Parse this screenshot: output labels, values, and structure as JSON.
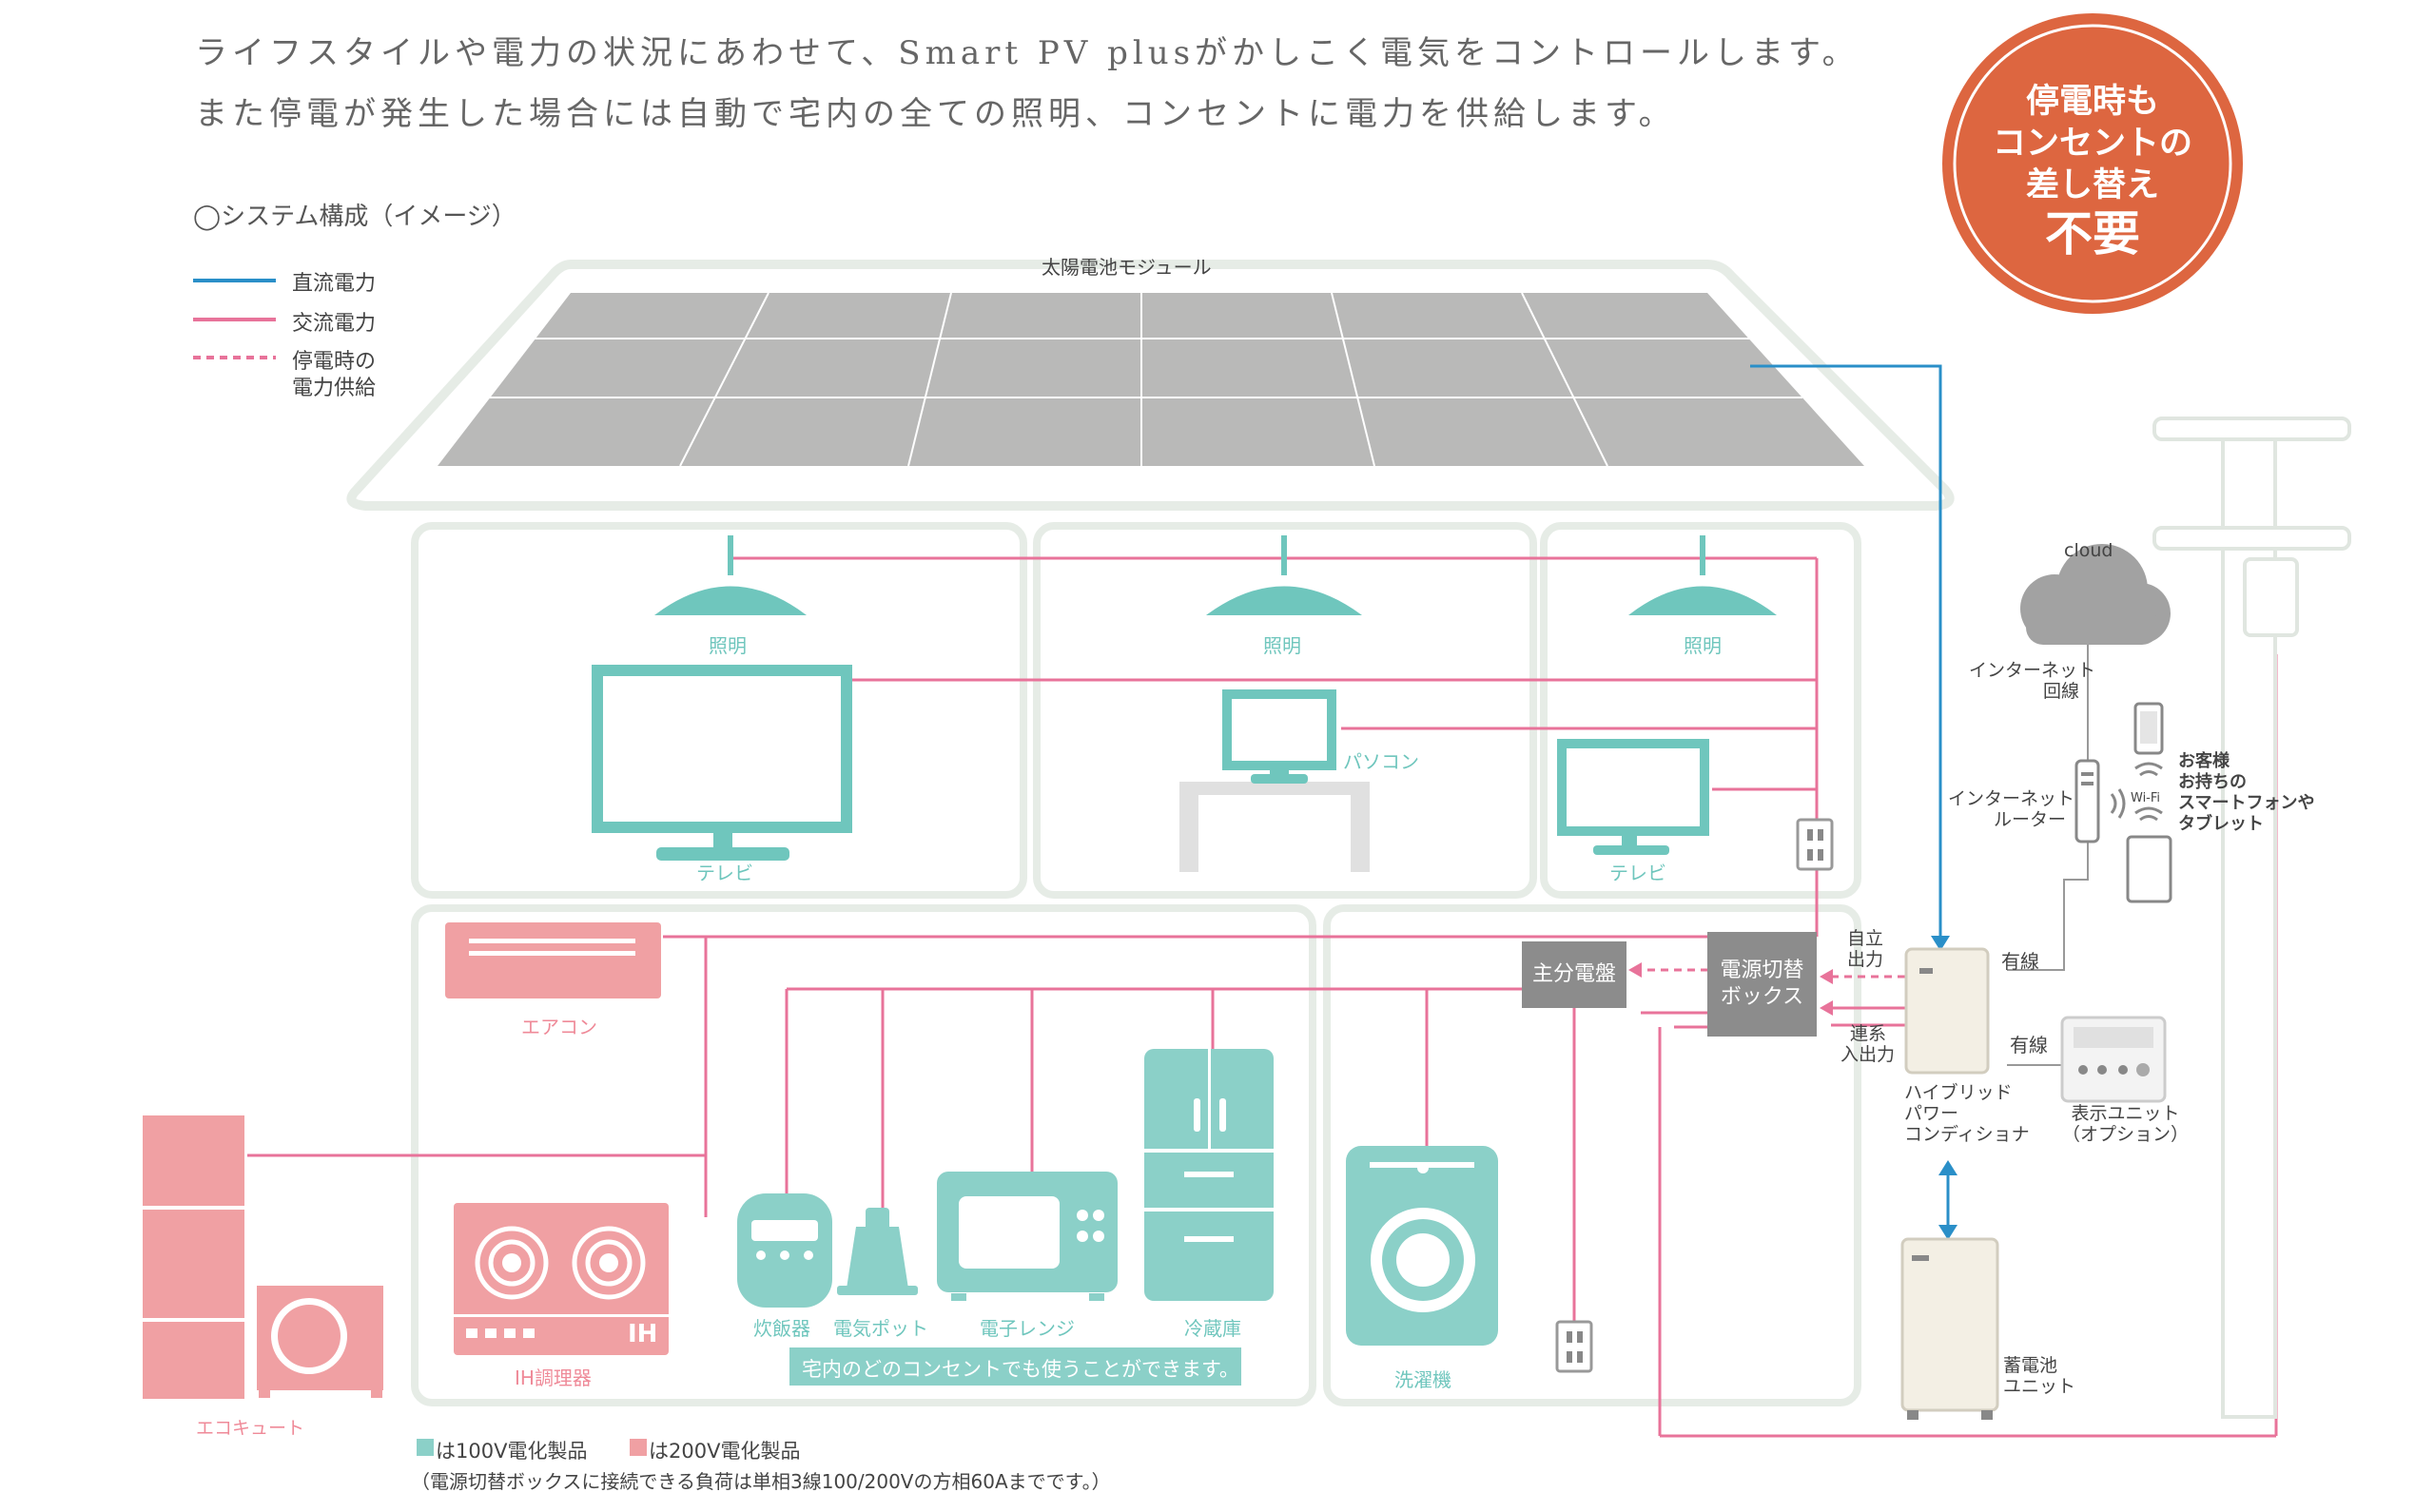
{
  "intro": {
    "line1": "ライフスタイルや電力の状況にあわせて、Smart PV plusがかしこく電気をコントロールします。",
    "line2": "また停電が発生した場合には自動で宅内の全ての照明、コンセントに電力を供給します。"
  },
  "section_title": "◯システム構成（イメージ）",
  "badge": {
    "line1": "停電時も",
    "line2": "コンセントの",
    "line3": "差し替え",
    "line4": "不要"
  },
  "legend": {
    "dc": "直流電力",
    "ac": "交流電力",
    "outage_line1": "停電時の",
    "outage_line2": "電力供給"
  },
  "labels": {
    "solar": "太陽電池モジュール",
    "light1": "照明",
    "light2": "照明",
    "light3": "照明",
    "tv1": "テレビ",
    "pc": "パソコン",
    "tv2": "テレビ",
    "aircon": "エアコン",
    "ih": "IH調理器",
    "rice": "炊飯器",
    "pot": "電気ポット",
    "microwave": "電子レンジ",
    "fridge": "冷蔵庫",
    "washer": "洗濯機",
    "ecocute": "エコキュート",
    "outlet_note": "宅内のどのコンセントでも使うことができます。",
    "main_panel": "主分電盤",
    "switch_box_1": "電源切替",
    "switch_box_2": "ボックス",
    "self_out_1": "自立",
    "self_out_2": "出力",
    "grid_io_1": "連系",
    "grid_io_2": "入出力",
    "cloud": "cloud",
    "internet_1": "インターネット",
    "internet_2": "回線",
    "router_1": "インターネット",
    "router_2": "ルーター",
    "wifi": "Wi-Fi",
    "smartphone_1": "お客様",
    "smartphone_2": "お持ちの",
    "smartphone_3": "スマートフォンや",
    "smartphone_4": "タブレット",
    "wired1": "有線",
    "wired2": "有線",
    "pcs_1": "ハイブリッド",
    "pcs_2": "パワー",
    "pcs_3": "コンディショナ",
    "display_1": "表示ユニット",
    "display_2": "（オプション）",
    "battery_1": "蓄電池",
    "battery_2": "ユニット",
    "ih_mark": "IH"
  },
  "footnote": {
    "v100": "は100V電化製品",
    "v200": "は200V電化製品",
    "note": "（電源切替ボックスに接続できる負荷は単相3線100/200Vの方相60Aまでです。）"
  },
  "colors": {
    "dc_blue": "#2a8fc8",
    "ac_pink": "#e8739a",
    "teal_100v": "#8bd0c8",
    "pink_200v": "#f0a0a3",
    "badge_orange": "#dd6640",
    "device_gray": "#8c8c8c"
  }
}
